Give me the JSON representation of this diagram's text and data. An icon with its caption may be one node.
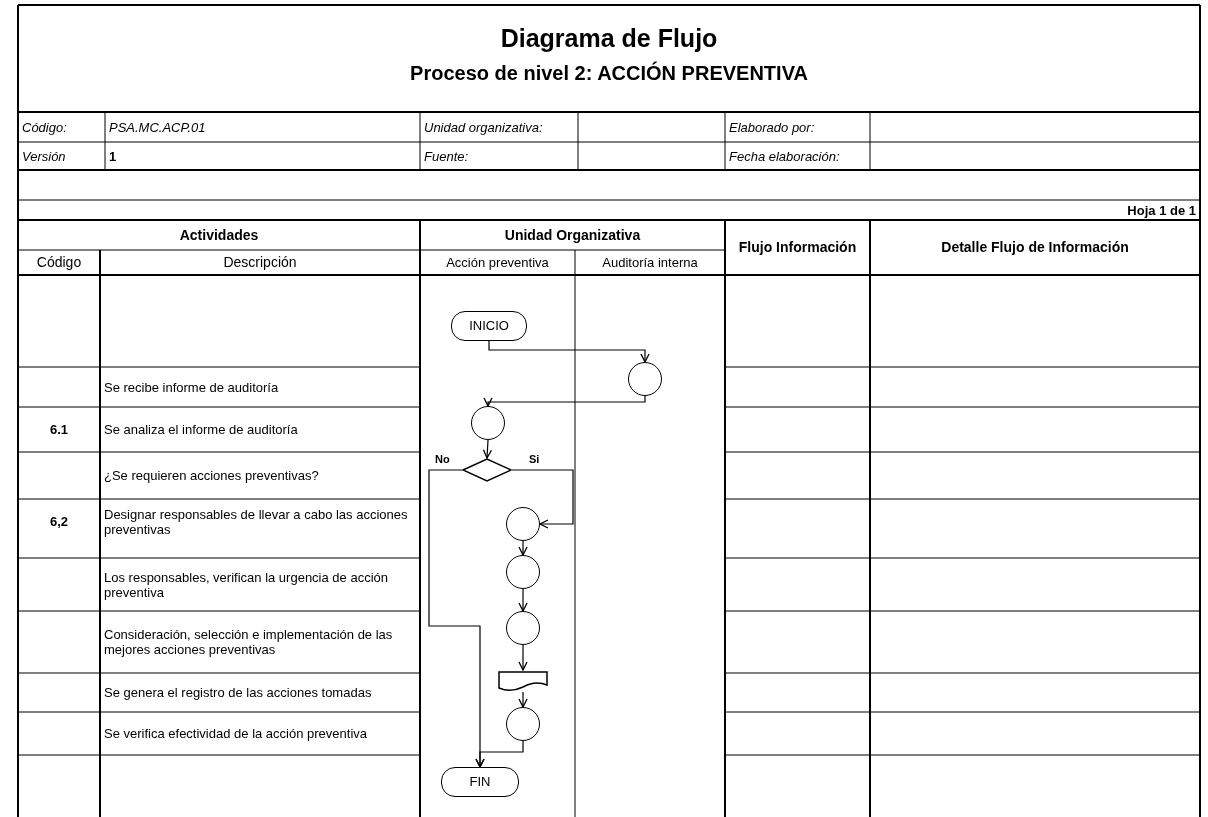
{
  "diagram": {
    "title": "Diagrama de Flujo",
    "nodes": [
      {
        "text": [
          "INICIO"
        ]
      },
      {
        "text": [],
        "shape": "circle"
      },
      {
        "text": [],
        "shape": "circle"
      },
      {
        "text": [],
        "shape": "diamond"
      },
      {
        "text": [],
        "shape": "circle"
      },
      {
        "text": [],
        "shape": "circle"
      },
      {
        "text": [],
        "shape": "circle"
      },
      {
        "text": [],
        "shape": "document"
      },
      {
        "text": [],
        "shape": "circle"
      },
      {
        "text": [
          "FIN"
        ]
      }
    ],
    "edges": [
      {
        "from": 0,
        "to": 1,
        "arrow": "to"
      },
      {
        "from": 1,
        "to": 2,
        "arrow": "to"
      },
      {
        "from": 2,
        "to": 3,
        "arrow": "to"
      },
      {
        "from": 3,
        "to": 4,
        "arrow": "to",
        "label": "Si"
      },
      {
        "from": 4,
        "to": 5,
        "arrow": "to"
      },
      {
        "from": 5,
        "to": 6,
        "arrow": "to"
      },
      {
        "from": 6,
        "to": 7,
        "arrow": "to"
      },
      {
        "from": 7,
        "to": 8,
        "arrow": "to"
      },
      {
        "from": 8,
        "to": 9,
        "arrow": "to"
      },
      {
        "from": 3,
        "to": 9,
        "arrow": "to",
        "label": "No"
      }
    ],
    "labels": [
      "Proceso de nivel 2: ACCIÓN PREVENTIVA",
      "Código:",
      "PSA.MC.ACP.01",
      "Unidad organizativa:",
      "Elaborado por:",
      "Versión",
      "1",
      "Fuente:",
      "Fecha elaboración:",
      "Hoja 1 de 1",
      "Actividades",
      "Unidad Organizativa",
      "Flujo Información",
      "Detalle Flujo de Información",
      "Código",
      "Descripción",
      "Acción preventiva",
      "Auditoría interna",
      "Se recibe informe de auditoría",
      "6.1",
      "Se analiza el informe de auditoría",
      "¿Se requieren acciones preventivas?",
      "6,2",
      "Designar responsables de llevar a cabo las acciones preventivas",
      "Los responsables, verifican la urgencia de acción preventiva",
      "Consideración, selección e implementación de las mejores acciones preventivas",
      "Se genera el registro de las acciones tomadas",
      "Se verifica efectividad de la acción preventiva"
    ]
  }
}
